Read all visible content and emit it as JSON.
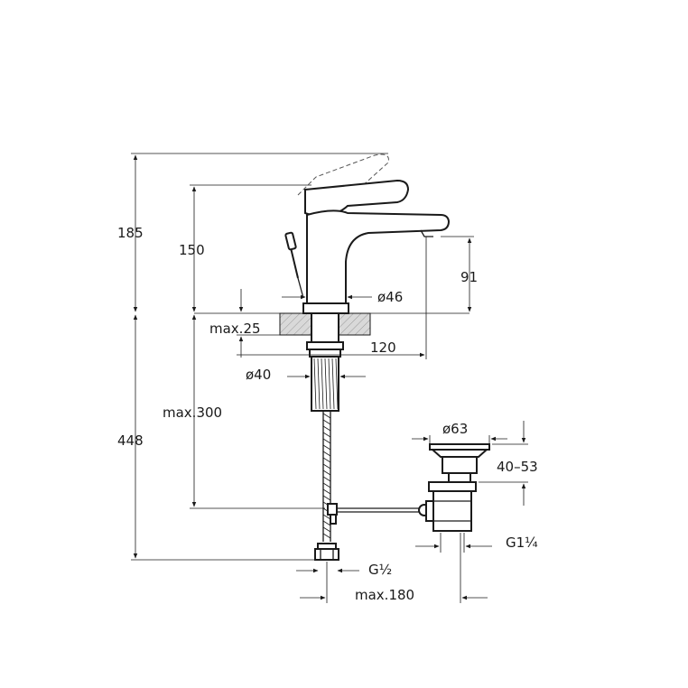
{
  "dimensions": {
    "h185": "185",
    "h150": "150",
    "h91": "91",
    "d46": "ø46",
    "max25": "max.25",
    "l120": "120",
    "d40": "ø40",
    "max300": "max.300",
    "h448": "448",
    "d63": "ø63",
    "r40_53": "40–53",
    "g1_14": "G1¼",
    "g1_2": "G½",
    "max180": "max.180"
  },
  "colors": {
    "line": "#1a1a1a",
    "counter_fill": "#d9d9d9"
  }
}
